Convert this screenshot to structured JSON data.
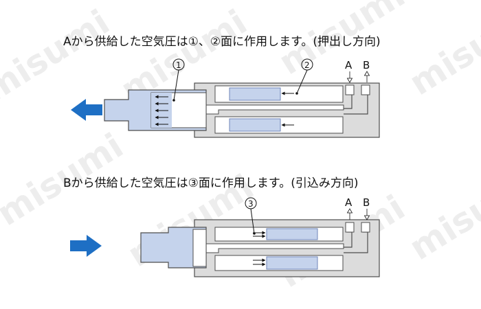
{
  "watermark": "misumi",
  "colors": {
    "body": "#dcdcdc",
    "outline": "#4d4d4d",
    "air": "#c5d3ec",
    "air_stroke": "#6f86b8",
    "flow_arrow": "#1e6fc4",
    "text": "#111111"
  },
  "top": {
    "caption": "Aから供給した空気圧は①、②面に作用します。(押出し方向)",
    "label_1": "①",
    "label_2": "②",
    "port_a": "A",
    "port_b": "B",
    "direction": "push"
  },
  "bottom": {
    "caption": "Bから供給した空気圧は③面に作用します。(引込み方向)",
    "label_3": "③",
    "port_a": "A",
    "port_b": "B",
    "direction": "pull"
  }
}
